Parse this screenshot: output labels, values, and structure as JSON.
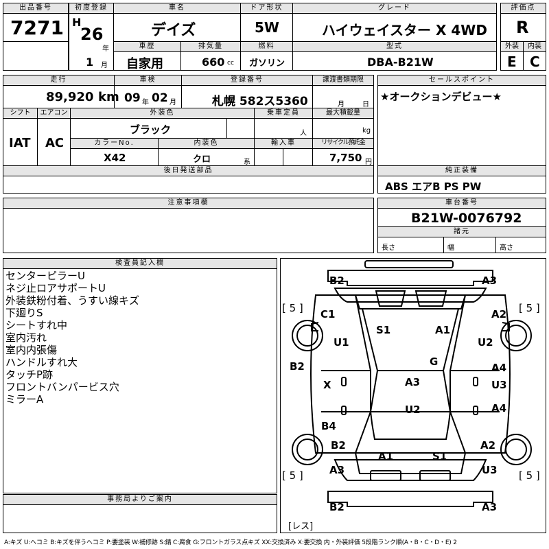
{
  "header": {
    "lot_label": "出品番号",
    "lot_no": "7271",
    "first_reg_label": "初度登録",
    "era": "H",
    "year": "26",
    "year_unit": "年",
    "month": "1",
    "month_unit": "月",
    "name_label": "車名",
    "name": "デイズ",
    "door_label": "ドア形状",
    "door": "5W",
    "grade_label": "グレード",
    "grade": "ハイウェイスター X 4WD",
    "score_label": "評価点",
    "score": "R",
    "history_label": "車歴",
    "history": "自家用",
    "disp_label": "排気量",
    "disp": "660",
    "disp_unit": "cc",
    "fuel_label": "燃料",
    "fuel": "ガソリン",
    "model_label": "型式",
    "model": "DBA-B21W",
    "ext_label": "外装",
    "ext": "E",
    "int_label": "内装",
    "int": "C"
  },
  "row2": {
    "mileage_label": "走行",
    "mileage": "89,920",
    "mileage_unit": "km",
    "inspection_label": "車検",
    "insp_year": "09",
    "insp_year_unit": "年",
    "insp_month": "02",
    "insp_month_unit": "月",
    "plate_label": "登録番号",
    "plate": "札幌 582ス5360",
    "transfer_label": "譲渡書類期限",
    "transfer_month_unit": "月",
    "transfer_day_unit": "日",
    "sales_label": "セールスポイント",
    "sales_text": "★オークションデビュー★",
    "shift_label": "シフト",
    "shift": "IAT",
    "ac_label": "エアコン",
    "ac": "AC",
    "color_label": "外装色",
    "color": "ブラック",
    "capacity_label": "乗車定員",
    "capacity_unit": "人",
    "load_label": "最大積載量",
    "load_unit": "kg",
    "color_no_label": "カラーNo.",
    "color_no": "X42",
    "int_color_label": "内装色",
    "int_color": "クロ",
    "int_color_unit": "系",
    "import_label": "輸入車",
    "recycle_label": "リサイクル預託金",
    "recycle": "7,750",
    "recycle_unit": "円",
    "later_label": "後日発送部品",
    "equip_label": "純正装備",
    "equip": "ABS エアB PS PW"
  },
  "notes_section": {
    "label": "注意事項欄"
  },
  "chassis": {
    "label": "車台番号",
    "number": "B21W-0076792",
    "spec_label": "諸元",
    "length_label": "長さ",
    "width_label": "幅",
    "height_label": "高さ"
  },
  "inspector": {
    "label": "検査員記入欄",
    "notes": [
      "センターピラーU",
      "ネジ止ロアサポートU",
      "外装鉄粉付着、うすい線キズ",
      "下廻りS",
      "シートすれ中",
      "室内汚れ",
      "室内内張傷",
      "ハンドルすれ大",
      "タッチP跡",
      "フロントバンパービス穴",
      "ミラーA"
    ]
  },
  "office": {
    "label": "事務局よりご案内"
  },
  "diagram": {
    "tire": "[ 5 ]",
    "spare": "[レス]",
    "marks": [
      "B2",
      "A3",
      "C1",
      "A2",
      "S1",
      "A1",
      "U1",
      "U2",
      "G",
      "B2",
      "A4",
      "X",
      "A3",
      "U3",
      "A4",
      "U2",
      "B4",
      "B2",
      "A2",
      "A1",
      "S1",
      "A3",
      "U3",
      "B2",
      "A3"
    ]
  },
  "legend": "A:キズ U:ヘコミ B:キズを伴うヘコミ P:要塗装 W:補修跡 S:錆 C:腐食 G:フロントガラス点キズ XX:交換済み X:要交換 内・外装評価 5段階ランク順(A・B・C・D・E) 2"
}
